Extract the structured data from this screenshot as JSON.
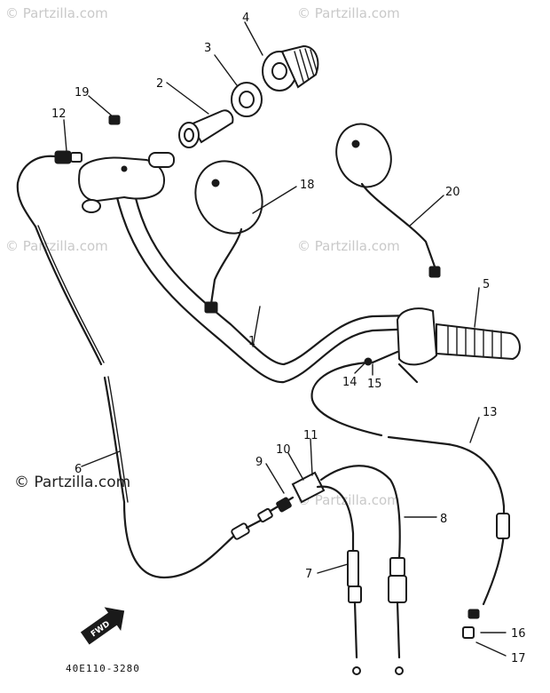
{
  "watermarks": {
    "faint": "© Partzilla.com",
    "prominent": "© Partzilla.com"
  },
  "fwd_mark": "FWD",
  "diagram_code": "40E110-3280",
  "callouts": [
    "1",
    "2",
    "3",
    "4",
    "5",
    "6",
    "7",
    "8",
    "9",
    "10",
    "11",
    "12",
    "13",
    "14",
    "15",
    "16",
    "17",
    "18",
    "19",
    "20"
  ]
}
